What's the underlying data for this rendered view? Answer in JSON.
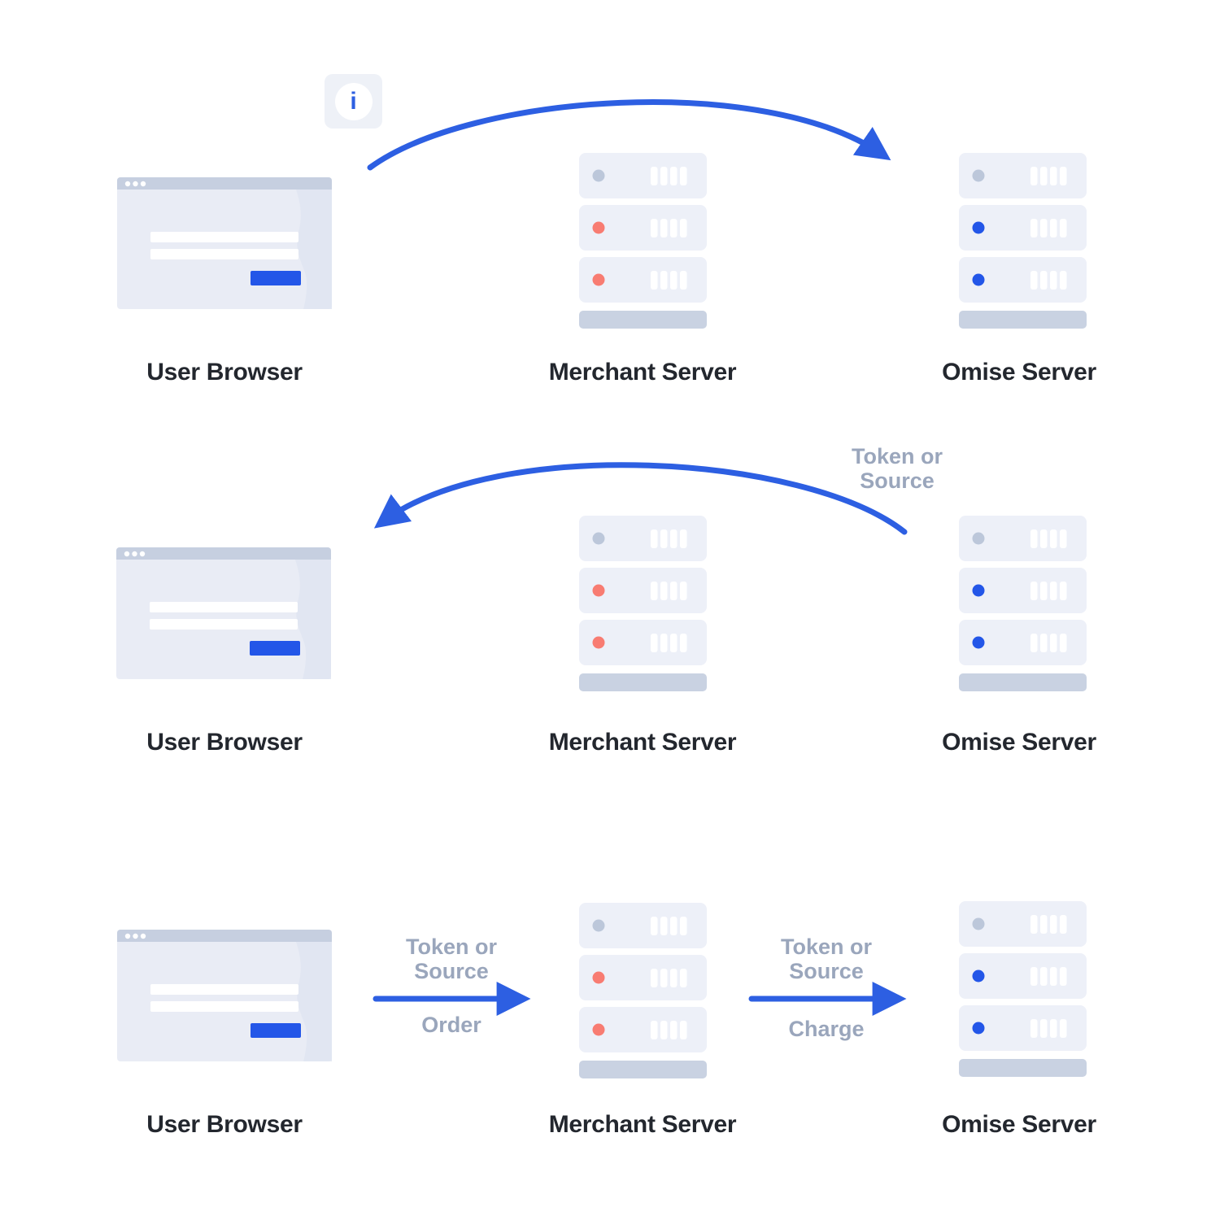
{
  "colors": {
    "accent_blue": "#2d5fe2",
    "button_blue": "#2356e8",
    "dot_red": "#f87c72",
    "dot_gray": "#bcc7da",
    "server_fill": "#edf0f8",
    "server_base": "#c9d2e2",
    "browser_header": "#c6cfe0",
    "browser_body": "#e9ecf5",
    "browser_texture": "#dfe5f1",
    "label_dark": "#23272e",
    "label_gray": "#9aa6bc",
    "info_bg": "#eef1f7"
  },
  "info_icon": {
    "glyph": "i"
  },
  "rows": [
    {
      "user_browser": "User Browser",
      "merchant_server": "Merchant Server",
      "omise_server": "Omise Server",
      "arrow": {
        "label": "",
        "direction": "user-browser-to-omise-server"
      }
    },
    {
      "user_browser": "User Browser",
      "merchant_server": "Merchant Server",
      "omise_server": "Omise Server",
      "arrow": {
        "label": "Token or Source",
        "direction": "omise-server-to-user-browser"
      }
    },
    {
      "user_browser": "User Browser",
      "merchant_server": "Merchant Server",
      "omise_server": "Omise Server",
      "arrow_left": {
        "label_top": "Token or Source",
        "label_bottom": "Order",
        "direction": "user-browser-to-merchant-server"
      },
      "arrow_right": {
        "label_top": "Token or Source",
        "label_bottom": "Charge",
        "direction": "merchant-server-to-omise-server"
      }
    }
  ]
}
